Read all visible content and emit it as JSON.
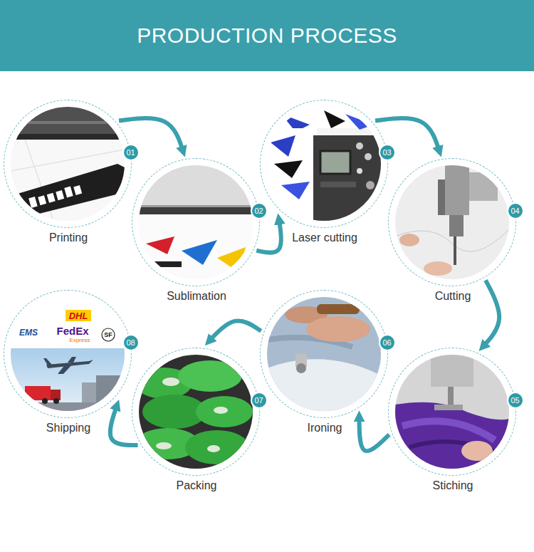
{
  "diagram": {
    "title": "PRODUCTION PROCESS",
    "nodes": [
      {
        "text": [
          "Printing"
        ]
      },
      {
        "text": [
          "01"
        ],
        "in": 0
      },
      {
        "text": [
          "Sublimation"
        ]
      },
      {
        "text": [
          "02"
        ],
        "in": 2
      },
      {
        "text": [
          "Laser cutting"
        ]
      },
      {
        "text": [
          "03"
        ],
        "in": 4
      },
      {
        "text": [
          "Cutting"
        ]
      },
      {
        "text": [
          "04"
        ],
        "in": 6
      },
      {
        "text": [
          "Stiching"
        ]
      },
      {
        "text": [
          "05"
        ],
        "in": 8
      },
      {
        "text": [
          "Ironing"
        ]
      },
      {
        "text": [
          "06"
        ],
        "in": 10
      },
      {
        "text": [
          "Packing"
        ]
      },
      {
        "text": [
          "07"
        ],
        "in": 12
      },
      {
        "text": [
          "Shipping"
        ]
      },
      {
        "text": [
          "08"
        ],
        "in": 14
      }
    ],
    "edges": [
      {
        "from": 0,
        "to": 2,
        "arrow": "to"
      },
      {
        "from": 2,
        "to": 4,
        "arrow": "to"
      },
      {
        "from": 4,
        "to": 6,
        "arrow": "to"
      },
      {
        "from": 6,
        "to": 8,
        "arrow": "to"
      },
      {
        "from": 8,
        "to": 10,
        "arrow": "to"
      },
      {
        "from": 10,
        "to": 12,
        "arrow": "to"
      },
      {
        "from": 12,
        "to": 14,
        "arrow": "to"
      }
    ],
    "labels": [
      "DHL",
      "EMS",
      "FedEx",
      "Express",
      "SF"
    ]
  }
}
